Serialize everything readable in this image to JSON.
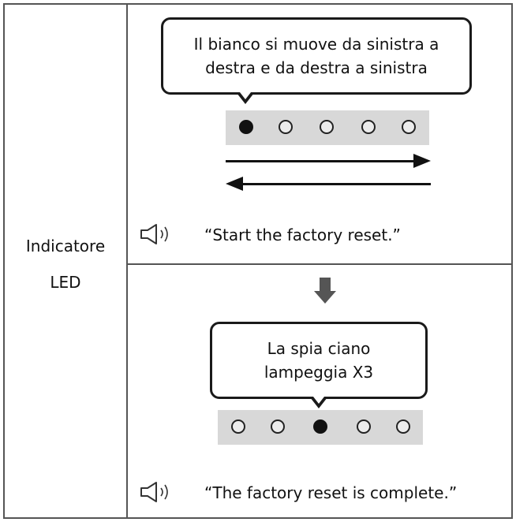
{
  "label": {
    "line1": "Indicatore",
    "line2": "LED"
  },
  "step1": {
    "bubble_line1": "Il bianco si muove da sinistra a",
    "bubble_line2": "destra e da destra a sinistra",
    "leds": [
      true,
      false,
      false,
      false,
      false
    ],
    "voice": "“Start the factory reset.”"
  },
  "step2": {
    "bubble_line1": "La spia ciano",
    "bubble_line2": "lampeggia X3",
    "leds": [
      false,
      false,
      true,
      false,
      false
    ],
    "voice": "“The factory reset is complete.”"
  },
  "icons": {
    "speaker": "speaker-sound-icon",
    "down_arrow": "arrow-down-icon",
    "arrow_right": "arrow-right-icon",
    "arrow_left": "arrow-left-icon"
  }
}
